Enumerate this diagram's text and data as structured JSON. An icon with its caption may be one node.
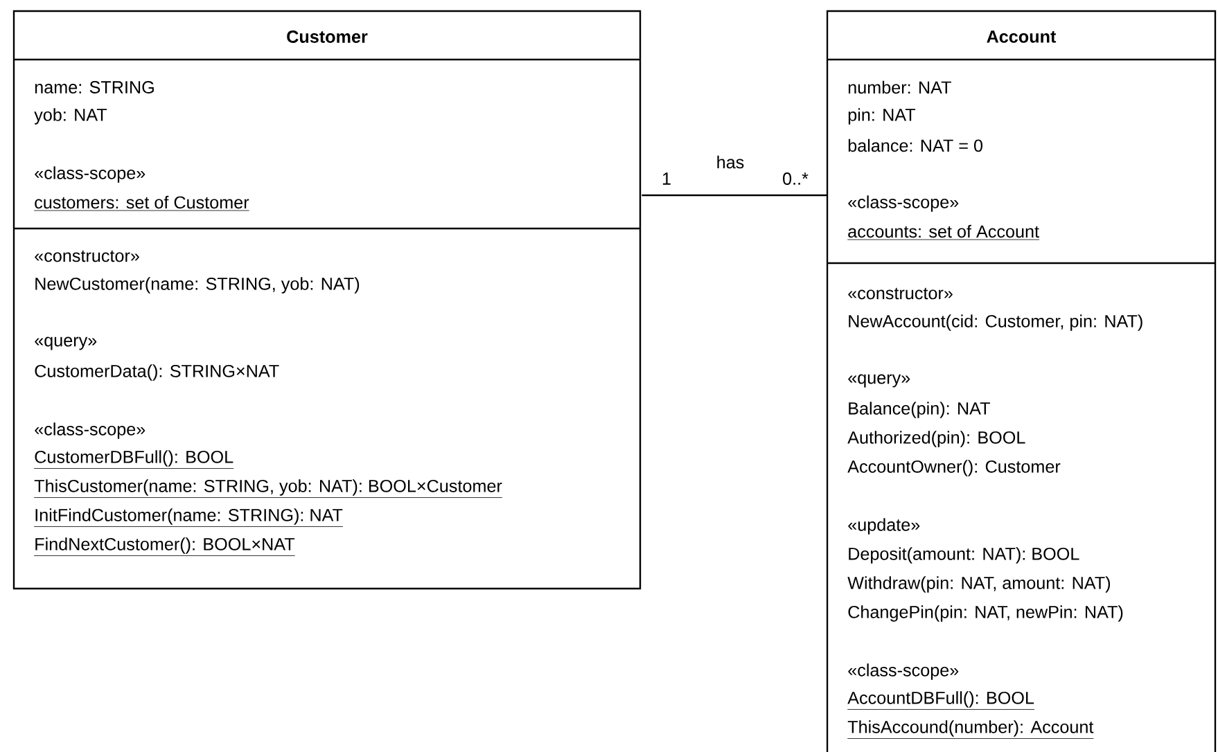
{
  "diagram": {
    "nodes": [
      {
        "text": [
          "Customer"
        ]
      },
      {
        "text": [
          "name: STRING",
          "yob: NAT",
          "«class-scope»",
          "customers: set of Customer"
        ],
        "in": 0
      },
      {
        "text": [
          "«constructor»",
          "NewCustomer(name: STRING, yob: NAT)",
          "«query»",
          "CustomerData(): STRING×NAT",
          "«class-scope»",
          "CustomerDBFull(): BOOL",
          "ThisCustomer(name: STRING, yob: NAT): BOOL×Customer",
          "InitFindCustomer(name: STRING): NAT",
          "FindNextCustomer(): BOOL×NAT"
        ],
        "in": 0
      },
      {
        "text": [
          "Account"
        ]
      },
      {
        "text": [
          "number: NAT",
          "pin: NAT",
          "balance: NAT = 0",
          "«class-scope»",
          "accounts: set of Account"
        ],
        "in": 3
      },
      {
        "text": [
          "«constructor»",
          "NewAccount(cid: Customer, pin: NAT)",
          "«query»",
          "Balance(pin): NAT",
          "Authorized(pin): BOOL",
          "AccountOwner(): Customer",
          "«update»",
          "Deposit(amount: NAT): BOOL",
          "Withdraw(pin: NAT, amount: NAT)",
          "ChangePin(pin: NAT, newPin: NAT)",
          "«class-scope»",
          "AccountDBFull(): BOOL",
          "ThisAccound(number): Account"
        ],
        "in": 3
      }
    ],
    "edges": [
      {
        "from": 0,
        "to": 3,
        "arrow": "none",
        "label": "has"
      }
    ],
    "labels": [
      "1",
      "0..*"
    ]
  }
}
